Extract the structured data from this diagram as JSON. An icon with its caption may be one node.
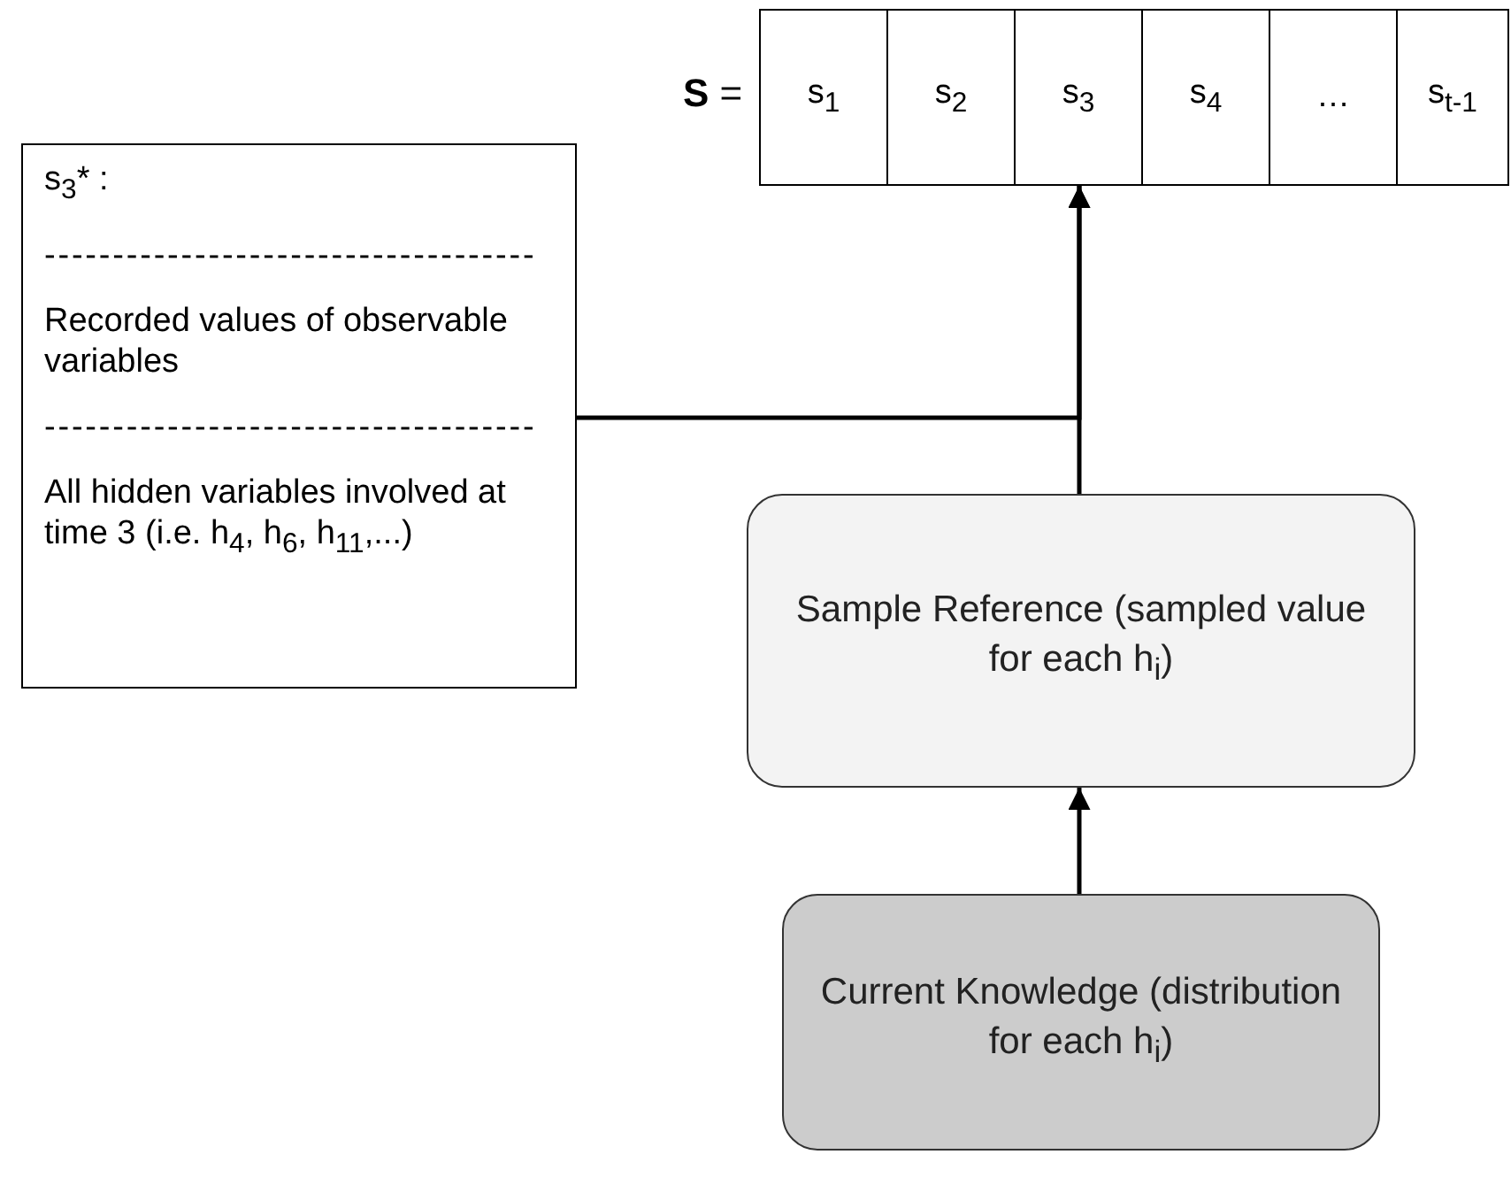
{
  "diagram": {
    "nodes": [
      {
        "text": [
          "s$_{1}$"
        ]
      },
      {
        "text": [
          "s$_{2}$"
        ]
      },
      {
        "text": [
          "s$_{3}$"
        ]
      },
      {
        "text": [
          "s$_{4}$"
        ]
      },
      {
        "text": [
          "…"
        ]
      },
      {
        "text": [
          "s$_{t-1}$"
        ]
      },
      {
        "text": [
          "s$_{3}$* :",
          "------------------------------------",
          "Recorded values of observable variables",
          "------------------------------------",
          "All hidden variables involved at time 3 (i.e. h$_{4}$, h$_{6}$, h$_{11}$,...)"
        ]
      },
      {
        "text": [
          "Sample Reference (sampled value for each h$_{i}$)"
        ]
      },
      {
        "text": [
          "Current Knowledge (distribution for each h$_{i}$)"
        ]
      }
    ],
    "edges": [
      {
        "from": 8,
        "to": 7,
        "arrow": "to"
      },
      {
        "from": 7,
        "to": 2,
        "arrow": "to"
      },
      {
        "from": 6,
        "to": 2,
        "arrow": "to"
      }
    ],
    "labels": [
      "**S** ="
    ]
  }
}
